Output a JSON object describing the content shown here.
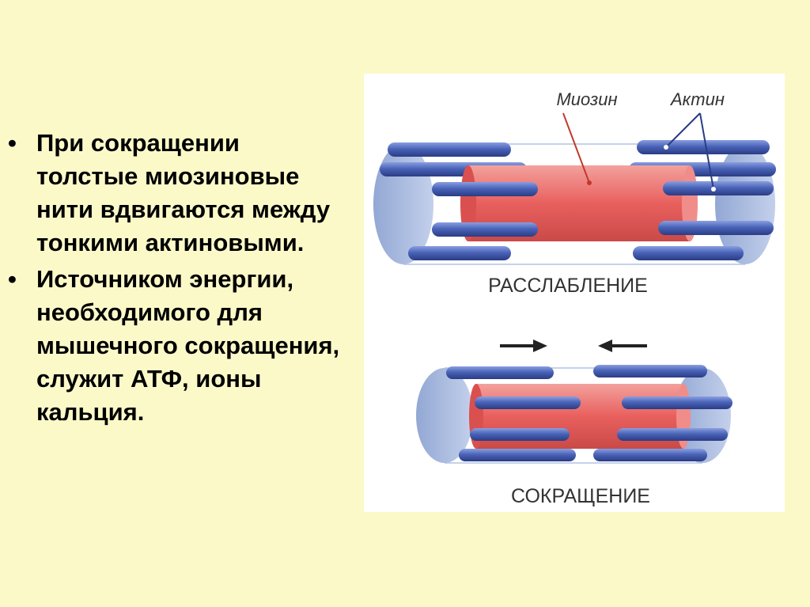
{
  "bullets": [
    {
      "marker": "•",
      "text": "При сокращении толстые миозиновые нити вдвигаются между тонкими актиновыми."
    },
    {
      "marker": "•",
      "text": "Источником энергии, необходимого для мышечного сокращения, служит АТФ, ионы кальция."
    }
  ],
  "figure": {
    "label_myosin": "Миозин",
    "label_actin": "Актин",
    "caption_relaxed": "РАССЛАБЛЕНИЕ",
    "caption_contracted": "СОКРАЩЕНИЕ",
    "colors": {
      "myosin": "#e8605e",
      "actin": "#4a64b8",
      "disc": "#9fb4dc",
      "background": "#fbf9c8"
    }
  }
}
